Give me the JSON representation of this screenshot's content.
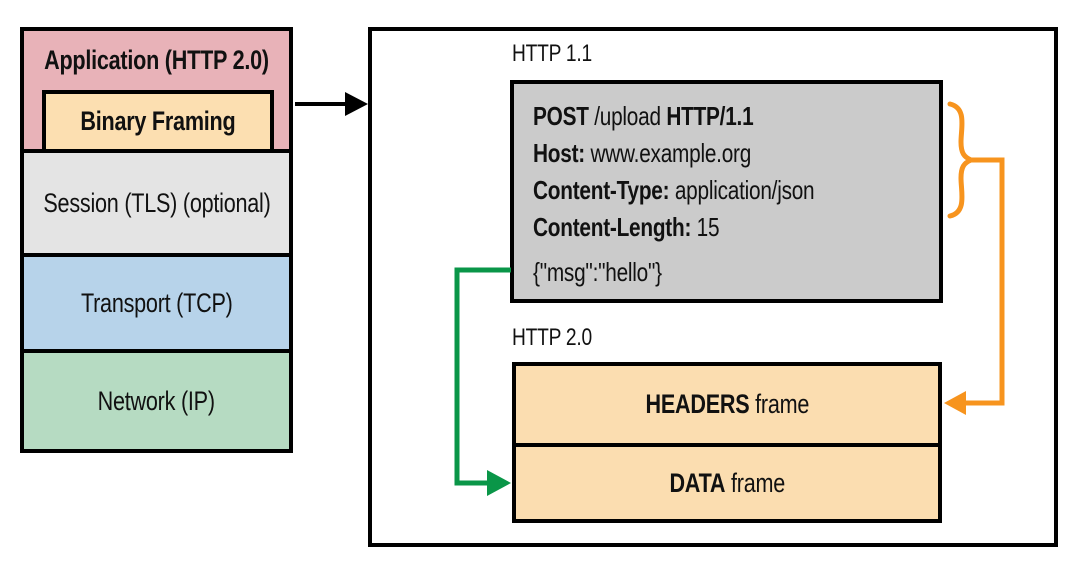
{
  "colors": {
    "application": "#e8b2b8",
    "binary_framing": "#fcdfb1",
    "session": "#e4e4e4",
    "transport": "#b7d3ea",
    "network": "#b6dbc2",
    "request_box": "#cbcbcb",
    "frame_box": "#fbddb0",
    "orange": "#f7941e",
    "green": "#0a9648",
    "black": "#000000"
  },
  "stack": {
    "application_label": "Application (HTTP 2.0)",
    "binary_framing_label": "Binary Framing",
    "session_label": "Session (TLS) (optional)",
    "transport_label": "Transport (TCP)",
    "network_label": "Network (IP)"
  },
  "panel": {
    "http11_label": "HTTP 1.1",
    "http20_label": "HTTP 2.0",
    "request": {
      "line1": {
        "method": "POST",
        "path": " /upload ",
        "version": "HTTP/1.1"
      },
      "line2": {
        "key": "Host:",
        "value": " www.example.org"
      },
      "line3": {
        "key": "Content-Type:",
        "value": " application/json"
      },
      "line4": {
        "key": "Content-Length:",
        "value": " 15"
      },
      "body": "{\"msg\":\"hello\"}"
    },
    "frames": {
      "headers": {
        "bold": "HEADERS",
        "rest": " frame"
      },
      "data": {
        "bold": "DATA",
        "rest": " frame"
      }
    }
  }
}
